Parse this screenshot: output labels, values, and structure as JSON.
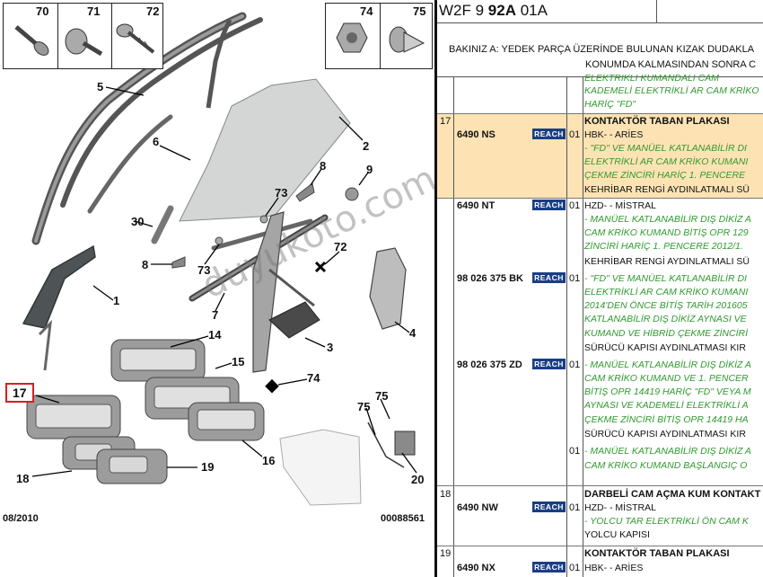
{
  "diagram": {
    "fasteners": [
      "70",
      "71",
      "72",
      "74",
      "75"
    ],
    "callouts": {
      "c5": "5",
      "c6": "6",
      "c2": "2",
      "c8a": "8",
      "c9": "9",
      "c73a": "73",
      "c30": "30",
      "c72": "72",
      "c8b": "8",
      "c73b": "73",
      "c1": "1",
      "c7": "7",
      "c4": "4",
      "c3": "3",
      "c14": "14",
      "c15": "15",
      "c74": "74",
      "c17": "17",
      "c75a": "75",
      "c75b": "75",
      "c16": "16",
      "c18": "18",
      "c19": "19",
      "c20": "20"
    },
    "footer_left": "08/2010",
    "footer_right": "00088561",
    "watermark": "duyukoto.com"
  },
  "parts": {
    "ref_prefix": "W2F 9 ",
    "ref_bold": "92A",
    "ref_suffix": " 01A",
    "note_line1": "BAKINIZ A: YEDEK PARÇA ÜZERİNDE BULUNAN KIZAK DUDAKLA",
    "note_line2": "KONUMDA KALMASINDAN SONRA C",
    "reach_label": "REACH",
    "top_partial": [
      "ELEKTRIKLI KUMANDALI CAM",
      "KADEMELİ ELEKTRİKLİ AR CAM KRİKO",
      "HARİÇ \"FD\""
    ],
    "groups": [
      {
        "index": "17",
        "title": "KONTAKTÖR TABAN PLAKASI",
        "rows": [
          {
            "pn": "6490 NS",
            "qty": "01",
            "lines": [
              {
                "t": "HBK- - ARİES",
                "g": false
              },
              {
                "t": "- \"FD\" VE MANÜEL KATLANABİLİR DI",
                "g": true
              },
              {
                "t": "ELEKTRİKLİ AR CAM KRİKO KUMANI",
                "g": true
              },
              {
                "t": "ÇEKME ZİNCİRİ HARİÇ 1. PENCERE",
                "g": true
              },
              {
                "t": "KEHRİBAR RENGİ AYDINLATMALI SÜ",
                "g": false
              }
            ]
          },
          {
            "pn": "6490 NT",
            "qty": "01",
            "lines": [
              {
                "t": "HZD- - MİSTRAL",
                "g": false
              },
              {
                "t": "- MANÜEL KATLANABİLİR DIŞ DİKİZ A",
                "g": true
              },
              {
                "t": "CAM KRİKO KUMAND BİTİŞ OPR 129",
                "g": true
              },
              {
                "t": "ZİNCİRİ HARİÇ 1. PENCERE 2012/1.",
                "g": true
              },
              {
                "t": "KEHRİBAR RENGİ AYDINLATMALI SÜ",
                "g": false
              }
            ]
          },
          {
            "pn": "98 026 375 BK",
            "qty": "01",
            "lines": [
              {
                "t": "- \"FD\" VE MANÜEL KATLANABİLİR DI",
                "g": true
              },
              {
                "t": "ELEKTRİKLİ AR CAM KRİKO KUMANI",
                "g": true
              },
              {
                "t": "2014'DEN ÖNCE BİTİŞ TARİH 201605",
                "g": true
              },
              {
                "t": "KATLANABİLİR DIŞ DİKİZ AYNASI VE",
                "g": true
              },
              {
                "t": "KUMAND VE HİBRİD ÇEKME ZİNCİRİ",
                "g": true
              },
              {
                "t": "SÜRÜCÜ KAPISI AYDINLATMASI KIR",
                "g": false
              }
            ]
          },
          {
            "pn": "98 026 375 ZD",
            "qty": "01",
            "lines": [
              {
                "t": "- MANÜEL KATLANABİLİR DIŞ DİKİZ A",
                "g": true
              },
              {
                "t": "CAM KRİKO KUMAND VE 1. PENCER",
                "g": true
              },
              {
                "t": "BİTİŞ OPR 14419 HARİÇ \"FD\" VEYA M",
                "g": true
              },
              {
                "t": "AYNASI VE KADEMELİ ELEKTRİKLİ A",
                "g": true
              },
              {
                "t": "ÇEKME ZİNCİRİ BİTİŞ OPR 14419 HA",
                "g": true
              },
              {
                "t": "SÜRÜCÜ KAPISI AYDINLATMASI KIR",
                "g": false
              }
            ]
          },
          {
            "pn": "",
            "qty": "01",
            "lines": [
              {
                "t": "- MANÜEL KATLANABİLİR DIŞ DİKİZ A",
                "g": true
              },
              {
                "t": "CAM KRİKO KUMAND BAŞLANGIÇ O",
                "g": true
              }
            ]
          }
        ]
      },
      {
        "index": "18",
        "title": "DARBELİ CAM AÇMA KUM KONTAKT",
        "rows": [
          {
            "pn": "6490 NW",
            "qty": "01",
            "lines": [
              {
                "t": "HZD- - MİSTRAL",
                "g": false
              },
              {
                "t": "- YOLCU TAR ELEKTRİKLİ ÖN CAM K",
                "g": true
              },
              {
                "t": "YOLCU KAPISI",
                "g": false
              }
            ]
          }
        ]
      },
      {
        "index": "19",
        "title": "KONTAKTÖR TABAN PLAKASI",
        "rows": [
          {
            "pn": "6490 NX",
            "qty": "01",
            "lines": [
              {
                "t": "HBK- - ARİES",
                "g": false
              }
            ]
          }
        ]
      }
    ]
  }
}
